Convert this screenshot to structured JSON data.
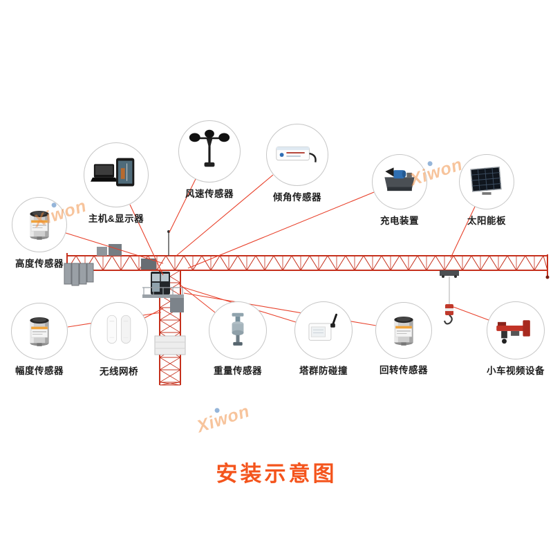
{
  "title": "安装示意图",
  "watermark": {
    "text": "Xiwon"
  },
  "colors": {
    "accent-red": "#e8402a",
    "crane-red": "#c5301c",
    "title-orange": "#f4541c",
    "watermark-orange": "#f08a3c"
  },
  "callouts": [
    {
      "id": "height-sensor",
      "label": "高度传感器"
    },
    {
      "id": "main-display",
      "label": "主机&显示器"
    },
    {
      "id": "wind-sensor",
      "label": "风速传感器"
    },
    {
      "id": "tilt-sensor",
      "label": "倾角传感器"
    },
    {
      "id": "charging-device",
      "label": "充电装置"
    },
    {
      "id": "solar-panel",
      "label": "太阳能板"
    },
    {
      "id": "range-sensor",
      "label": "幅度传感器"
    },
    {
      "id": "wireless-bridge",
      "label": "无线网桥"
    },
    {
      "id": "weight-sensor",
      "label": "重量传感器"
    },
    {
      "id": "anti-collision",
      "label": "塔群防碰撞"
    },
    {
      "id": "slewing-sensor",
      "label": "回转传感器"
    },
    {
      "id": "trolley-video",
      "label": "小车视频设备"
    }
  ]
}
